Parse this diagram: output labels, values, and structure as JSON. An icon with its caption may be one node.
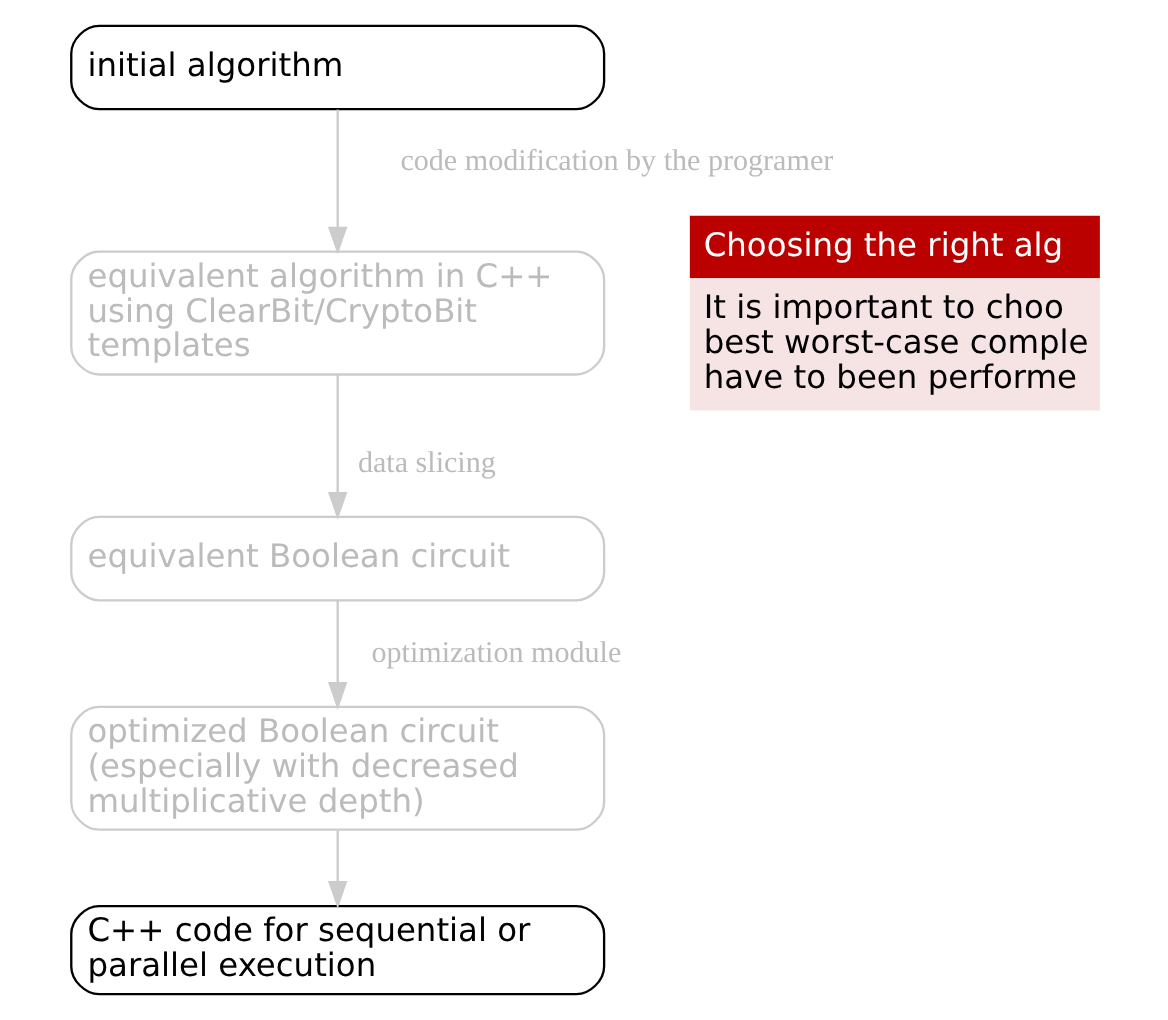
{
  "diagram": {
    "nodes": [
      {
        "text": [
          "initial algorithm"
        ]
      },
      {
        "text": [
          "equivalent algorithm in C++ using ClearBit/CryptoBit templates"
        ]
      },
      {
        "text": [
          "equivalent Boolean circuit"
        ]
      },
      {
        "text": [
          "optimized Boolean circuit (especially with decreased multiplicative depth)"
        ]
      },
      {
        "text": [
          "C++ code for sequential or parallel execution"
        ]
      },
      {
        "text": [
          "Choosing the right alg",
          "It is important to choo best worst-case comple have to been performe"
        ]
      }
    ],
    "edges": [
      {
        "from": 0,
        "to": 1,
        "arrow": "to",
        "label": "code modification by the programer"
      },
      {
        "from": 1,
        "to": 2,
        "arrow": "to",
        "label": "data slicing"
      },
      {
        "from": 2,
        "to": 3,
        "arrow": "to",
        "label": "optimization module"
      },
      {
        "from": 3,
        "to": 4,
        "arrow": "to"
      }
    ]
  }
}
